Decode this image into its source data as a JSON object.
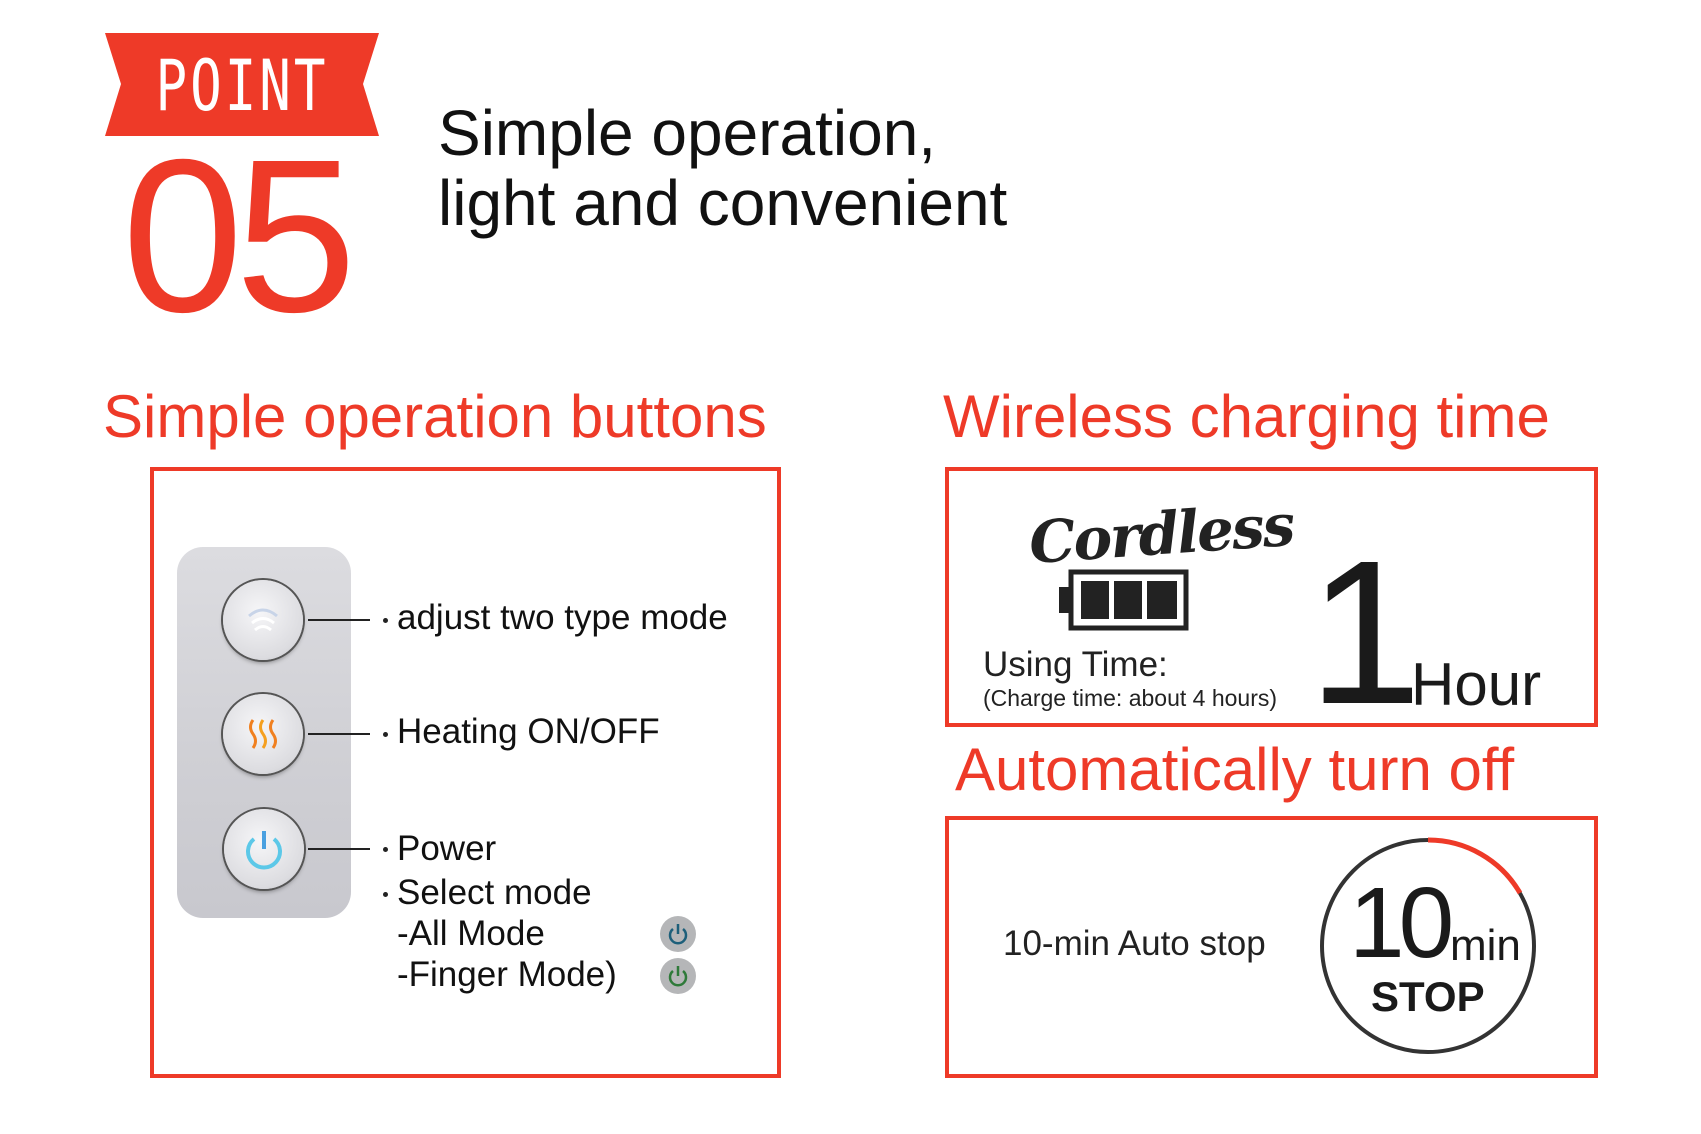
{
  "header": {
    "badge": "POINT",
    "number": "05",
    "subtitle_lines": [
      "Simple operation,",
      "light and convenient"
    ]
  },
  "buttons_section": {
    "title": "Simple operation buttons",
    "labels": {
      "mode": "adjust two type mode",
      "heating": "Heating ON/OFF",
      "power": "Power",
      "select": "Select mode",
      "all_mode": "-All Mode",
      "finger_mode": "-Finger Mode)"
    }
  },
  "charging_section": {
    "title": "Wireless charging time",
    "logo": "Cordless",
    "using_time": "Using Time:",
    "charge_time": "(Charge time: about 4 hours)",
    "hours_value": "1",
    "hours_unit": "Hour",
    "battery_bars": 3
  },
  "auto_off_section": {
    "title": "Automatically turn off",
    "label": "10-min Auto stop",
    "minutes": "10",
    "unit": "min",
    "stop": "STOP"
  },
  "colors": {
    "accent": "#ee3a28",
    "text": "#222222"
  }
}
